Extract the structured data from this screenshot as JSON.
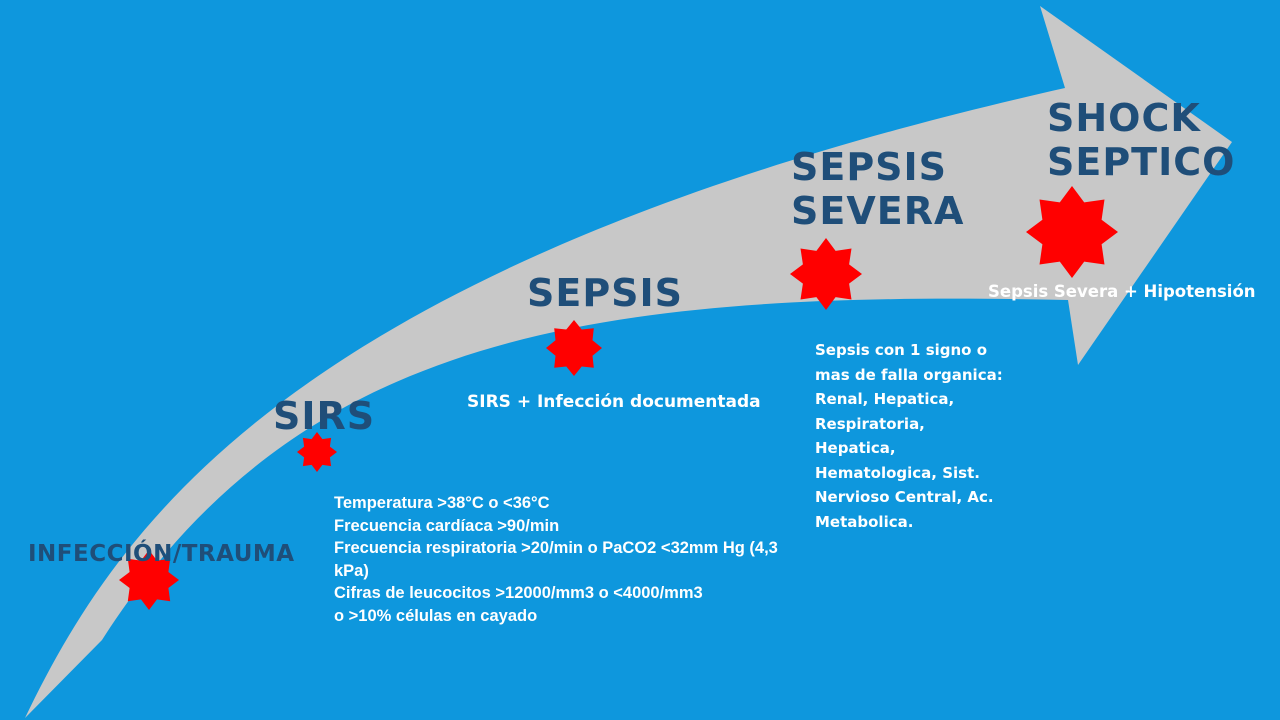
{
  "colors": {
    "background": "#0e97dd",
    "arrow": "#c8c8c8",
    "title": "#1f4e79",
    "marker": "#ff0000",
    "text": "#ffffff"
  },
  "stages": [
    {
      "id": "infeccion",
      "title": "INFECCIÓN/TRAUMA",
      "marker_icon": "star-icon"
    },
    {
      "id": "sirs",
      "title": "SIRS",
      "marker_icon": "star-icon"
    },
    {
      "id": "sepsis",
      "title": "SEPSIS",
      "marker_icon": "star-icon"
    },
    {
      "id": "sepsis-severa",
      "title": "SEPSIS\nSEVERA",
      "marker_icon": "star-icon"
    },
    {
      "id": "shock-septico",
      "title": "SHOCK\nSEPTICO",
      "marker_icon": "star-icon"
    }
  ],
  "descriptions": {
    "sirs_criteria": [
      " Temperatura >38°C o <36°C",
      "Frecuencia cardíaca >90/min",
      "Frecuencia respiratoria >20/min o PaCO2 <32mm Hg (4,3\nkPa)",
      "Cifras de leucocitos >12000/mm3 o <4000/mm3",
      " o >10% células en cayado"
    ],
    "sepsis": "SIRS + Infección documentada",
    "sepsis_severa": "Sepsis con 1 signo o\nmas de falla organica:\nRenal, Hepatica,\nRespiratoria,\nHepatica,\nHematologica, Sist.\nNervioso Central, Ac.\nMetabolica.",
    "shock_septico": "Sepsis Severa + Hipotensión"
  }
}
